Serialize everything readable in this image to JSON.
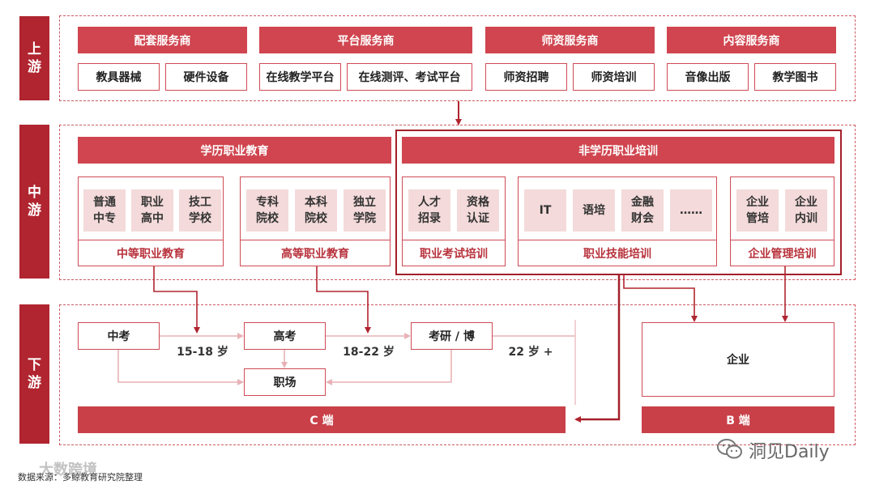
{
  "tiers": {
    "upstream": "上\n游",
    "midstream": "中\n游",
    "downstream": "下\n游"
  },
  "upstream": {
    "groups": [
      {
        "title": "配套服务商",
        "items": [
          "教具器械",
          "硬件设备"
        ]
      },
      {
        "title": "平台服务商",
        "items": [
          "在线教学平台",
          "在线测评、考试平台"
        ]
      },
      {
        "title": "师资服务商",
        "items": [
          "师资招聘",
          "师资培训"
        ]
      },
      {
        "title": "内容服务商",
        "items": [
          "音像出版",
          "教学图书"
        ]
      }
    ]
  },
  "midstream": {
    "degree_title": "学历职业教育",
    "nondegree_title": "非学历职业培训",
    "secondary": {
      "chips": [
        "普通\n中专",
        "职业\n高中",
        "技工\n学校"
      ],
      "label": "中等职业教育"
    },
    "higher": {
      "chips": [
        "专科\n院校",
        "本科\n院校",
        "独立\n学院"
      ],
      "label": "高等职业教育"
    },
    "exam": {
      "chips": [
        "人才\n招录",
        "资格\n认证"
      ],
      "label": "职业考试培训"
    },
    "skills": {
      "chips": [
        "IT",
        "语培",
        "金融\n财会",
        "……"
      ],
      "label": "职业技能培训"
    },
    "mgmt": {
      "chips": [
        "企业\n管培",
        "企业\n内训"
      ],
      "label": "企业管理培训"
    }
  },
  "downstream": {
    "zhongkao": "中考",
    "gaokao": "高考",
    "kaoyan": "考研 / 博",
    "workplace": "职场",
    "age1": "15-18 岁",
    "age2": "18-22 岁",
    "age3": "22 岁 +",
    "enterprise": "企业",
    "c_end": "C 端",
    "b_end": "B 端"
  },
  "footer": {
    "source": "数据来源：多鲸教育研究院整理",
    "watermark": "洞见Daily",
    "watermark_left": "大数跨境"
  },
  "colors": {
    "accent": "#b0252f",
    "header": "#d0454f",
    "chip": "#f4dada"
  }
}
